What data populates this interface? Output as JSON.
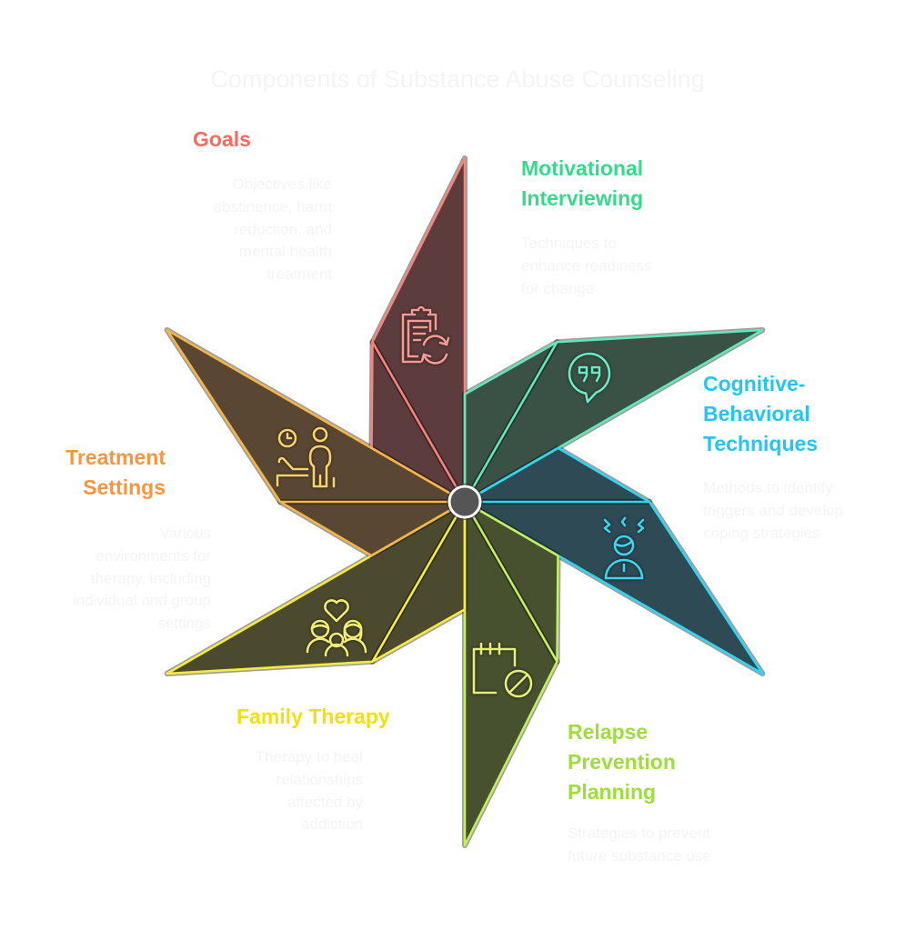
{
  "title": "Components of Substance Abuse Counseling",
  "colors": {
    "background": "#ffffff",
    "description_text": "#f4f4f4",
    "hub_fill": "#555555",
    "hub_stroke": "#ffffff"
  },
  "sections": [
    {
      "heading": "Goals",
      "description": "Objectives like\nabstinence, harm\nreduction, and\nmental health\ntreatment",
      "icon": "clipboard-refresh-icon",
      "heading_color": "#f66b62",
      "fill": "#5c3c3c",
      "stroke": "#f7837a",
      "icon_color": "#f59a90"
    },
    {
      "heading": "Motivational\nInterviewing",
      "description": "Techniques to\nenhance readiness\nfor change",
      "icon": "speech-bubble-quote-icon",
      "heading_color": "#38d98a",
      "fill": "#3a5245",
      "stroke": "#62e8b8",
      "icon_color": "#6aeac4"
    },
    {
      "heading": "Cognitive-\nBehavioral\nTechniques",
      "description": "Methods to identify\ntriggers and develop\ncoping strategies",
      "icon": "stressed-person-icon",
      "heading_color": "#22c6f6",
      "fill": "#2e4a55",
      "stroke": "#2fd6f2",
      "icon_color": "#3ad7f0"
    },
    {
      "heading": "Relapse\nPrevention\nPlanning",
      "description": "Strategies to prevent\nfuture substance use",
      "icon": "calendar-prohibited-icon",
      "heading_color": "#9edd3c",
      "fill": "#47502f",
      "stroke": "#c2ef5a",
      "icon_color": "#e4ef7a"
    },
    {
      "heading": "Family Therapy",
      "description": "Therapy to heal\nrelationships\naffected by\naddiction",
      "icon": "family-heart-icon",
      "heading_color": "#f2e10f",
      "fill": "#4c4a2e",
      "stroke": "#f7ea40",
      "icon_color": "#f3eb78"
    },
    {
      "heading": "Treatment\nSettings",
      "description": "Various\nenvironments for\ntherapy, including\nindividual and group\nsettings",
      "icon": "therapy-session-icon",
      "heading_color": "#f7963c",
      "fill": "#594733",
      "stroke": "#f5b547",
      "icon_color": "#f8d26a"
    }
  ]
}
